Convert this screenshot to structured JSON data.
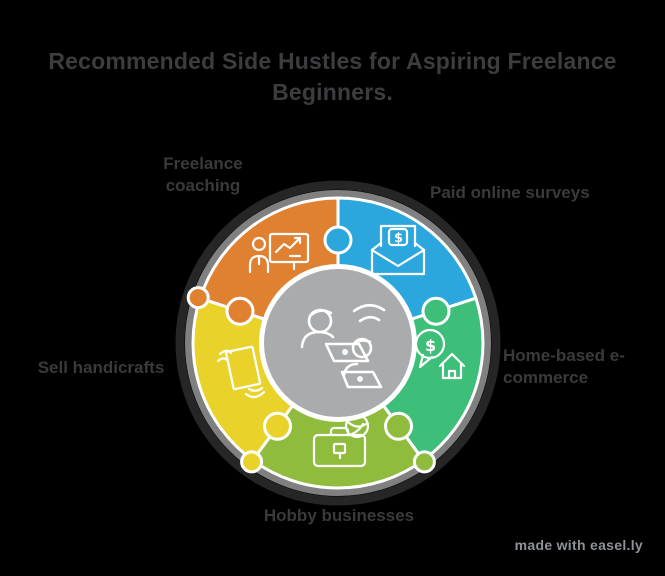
{
  "title": {
    "line1": "Recommended Side Hustles for Aspiring Freelance",
    "line2": "Beginners."
  },
  "labels": {
    "top_left": "Freelance\ncoaching",
    "top_right": "Paid online surveys",
    "right": "Home-based e-\ncommerce",
    "left": "Sell handicrafts",
    "bottom": "Hobby businesses"
  },
  "watermark": "made with easel.ly",
  "colors": {
    "background": "#000000",
    "title_text": "#3d3d40",
    "label_text": "#3a3a3d",
    "watermark_text": "#8f9296",
    "orange": "#e08132",
    "blue": "#2ba7de",
    "green": "#3dbf7a",
    "lime": "#8fbc3c",
    "yellow": "#e9d32b",
    "center_gray": "#a9abad",
    "outline_white": "#ffffff"
  },
  "icons": {
    "orange_segment": "presenter-growth-chart-icon",
    "blue_segment": "envelope-dollar-icon",
    "green_segment": "dollar-bubble-house-icon",
    "lime_segment": "briefcase-globe-icon",
    "yellow_segment": "hands-holding-document-icon",
    "center": "remote-workers-laptops-icon"
  }
}
